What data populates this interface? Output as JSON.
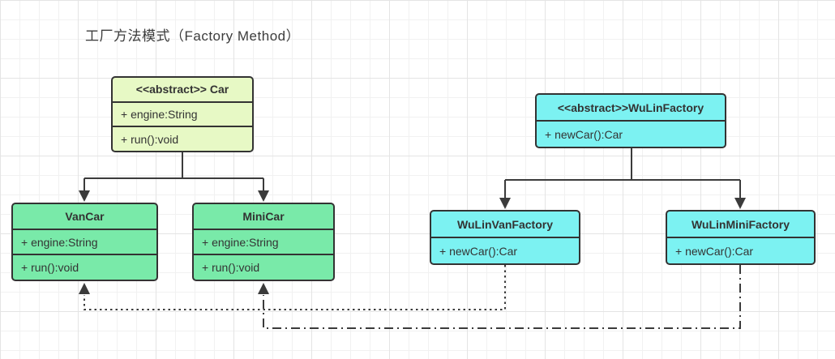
{
  "title": "工厂方法模式（Factory Method）",
  "classes": {
    "car": {
      "header": "<<abstract>> Car",
      "members": [
        "+ engine:String",
        "+ run():void"
      ]
    },
    "wulin_factory": {
      "header": "<<abstract>>WuLinFactory",
      "members": [
        "+ newCar():Car"
      ]
    },
    "van_car": {
      "header": "VanCar",
      "members": [
        "+ engine:String",
        "+ run():void"
      ]
    },
    "mini_car": {
      "header": "MiniCar",
      "members": [
        "+ engine:String",
        "+ run():void"
      ]
    },
    "wulin_van_factory": {
      "header": "WuLinVanFactory",
      "members": [
        "+ newCar():Car"
      ]
    },
    "wulin_mini_factory": {
      "header": "WuLinMiniFactory",
      "members": [
        "+ newCar():Car"
      ]
    }
  },
  "relations": [
    {
      "from": "Car",
      "to": "VanCar",
      "type": "inheritance",
      "line": "solid",
      "arrow": "filled-triangle"
    },
    {
      "from": "Car",
      "to": "MiniCar",
      "type": "inheritance",
      "line": "solid",
      "arrow": "filled-triangle"
    },
    {
      "from": "WuLinFactory",
      "to": "WuLinVanFactory",
      "type": "inheritance",
      "line": "solid",
      "arrow": "filled-triangle"
    },
    {
      "from": "WuLinFactory",
      "to": "WuLinMiniFactory",
      "type": "inheritance",
      "line": "solid",
      "arrow": "filled-triangle"
    },
    {
      "from": "WuLinVanFactory",
      "to": "VanCar",
      "type": "dependency",
      "line": "dotted",
      "arrow": "filled-triangle"
    },
    {
      "from": "WuLinMiniFactory",
      "to": "MiniCar",
      "type": "dependency",
      "line": "dash-dot",
      "arrow": "filled-triangle"
    }
  ],
  "colors": {
    "abstract_car_fill": "#e7f9c5",
    "concrete_car_fill": "#79eaa9",
    "factory_fill": "#7cf2f2",
    "border": "#333333",
    "line": "#3b3b3b",
    "text": "#333333",
    "grid_minor": "#f1f1f1",
    "grid_major": "#e4e4e4"
  }
}
